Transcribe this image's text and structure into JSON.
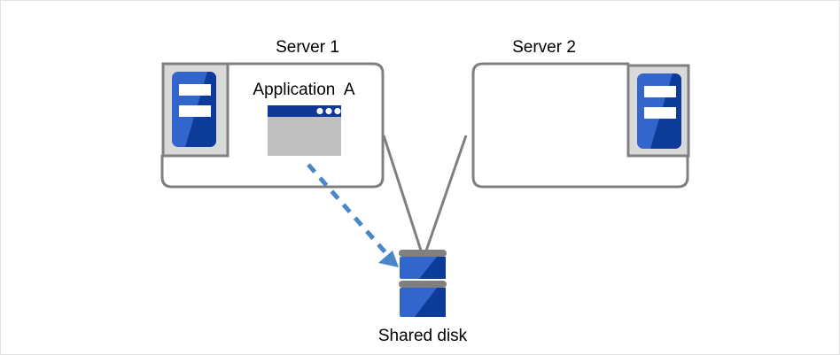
{
  "diagram": {
    "title": "Shared disk cluster with Application A on Server 1",
    "background_color": "#ffffff",
    "border_color": "#e2e2e2",
    "palette": {
      "box_outline": "#7f7f7f",
      "icon_frame_fill": "#d9d9d9",
      "icon_frame_border": "#808080",
      "icon_blue_light": "#3366cc",
      "icon_blue_dark": "#0d3b99",
      "window_titlebar": "#10389b",
      "window_body": "#bfbfbf",
      "window_dot": "#ffffff",
      "disk_band": "#808080",
      "arrow_blue": "#4a86c8",
      "connector_line": "#7f7f7f",
      "text": "#000000"
    },
    "nodes": {
      "server1": {
        "label": "Server 1",
        "icon_name": "server-icon",
        "icon_side": "left",
        "contains_application": true
      },
      "server2": {
        "label": "Server 2",
        "icon_name": "server-icon",
        "icon_side": "right",
        "contains_application": false
      },
      "application": {
        "label": "Application  A",
        "window_dots": 3,
        "hosted_on": "Server 1"
      },
      "shared_disk": {
        "label": "Shared disk",
        "platters": 2
      }
    },
    "connections": [
      {
        "name": "server1-to-disk",
        "from": "Server 1",
        "to": "Shared disk",
        "style": "solid",
        "color": "#7f7f7f"
      },
      {
        "name": "server2-to-disk",
        "from": "Server 2",
        "to": "Shared disk",
        "style": "solid",
        "color": "#7f7f7f"
      },
      {
        "name": "application-to-disk",
        "from": "Application  A",
        "to": "Shared disk",
        "style": "dashed-arrow",
        "color": "#4a86c8"
      }
    ]
  }
}
